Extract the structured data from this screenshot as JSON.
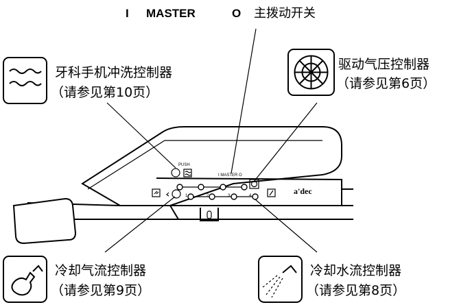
{
  "master_switch": {
    "on_symbol": "I",
    "label": "MASTER",
    "off_symbol": "O",
    "description": "主拨动开关"
  },
  "callouts": {
    "handpiece_flush": {
      "title": "牙科手机冲洗控制器",
      "ref": "（请参见第10页）",
      "icon": "water-waves-icon"
    },
    "drive_air": {
      "title": "驱动气压控制器",
      "ref": "（请参见第6页）",
      "icon": "turbine-wheel-icon"
    },
    "coolant_air": {
      "title": "冷却气流控制器",
      "ref": "（请参见第9页）",
      "icon": "air-spray-handpiece-icon"
    },
    "coolant_water": {
      "title": "冷却水流控制器",
      "ref": "（请参见第8页）",
      "icon": "water-spray-handpiece-icon"
    }
  },
  "panel": {
    "push_label": "PUSH",
    "master_small": "I  MASTER  O",
    "brand": "a'dec",
    "positions": [
      "1",
      "2",
      "3",
      "4"
    ]
  }
}
